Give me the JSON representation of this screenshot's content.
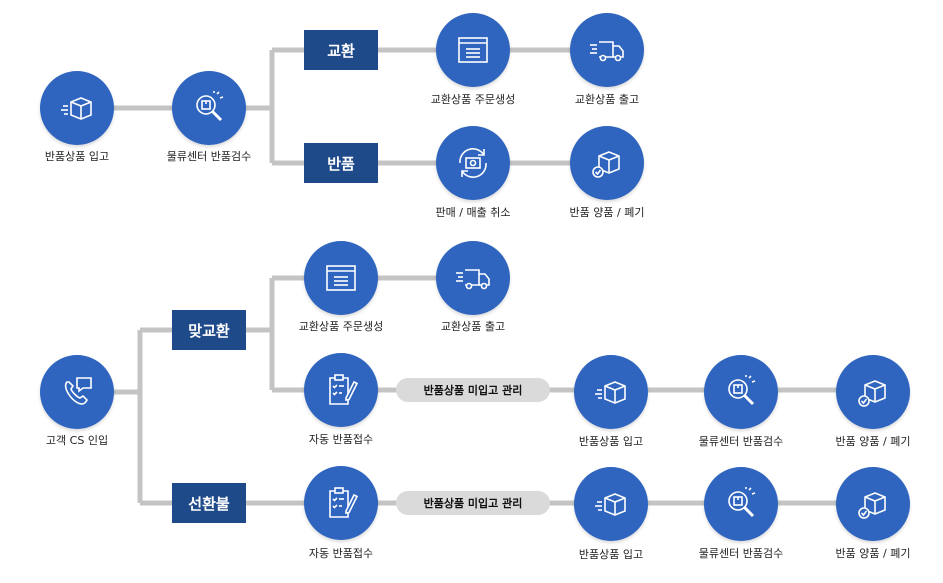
{
  "branch_boxes": {
    "exchange": "교환",
    "return": "반품",
    "cross_exchange": "맞교환",
    "pre_refund": "선환불"
  },
  "pills": {
    "pending_return_1": "반품상품 미입고 관리",
    "pending_return_2": "반품상품 미입고 관리"
  },
  "top_flow": {
    "return_receipt": "반품상품 입고",
    "center_inspection": "물류센터 반품검수",
    "exchange_order": "교환상품 주문생성",
    "exchange_ship": "교환상품 출고",
    "sales_cancel": "판매 / 매출 취소",
    "disposal": "반품 양품 / 폐기"
  },
  "bottom_flow": {
    "cs_inbound": "고객 CS 인입",
    "cross_order": "교환상품 주문생성",
    "cross_ship": "교환상품 출고",
    "auto_receipt_1": "자동 반품접수",
    "return_receipt_1": "반품상품 입고",
    "center_inspection_1": "물류센터 반품검수",
    "disposal_1": "반품 양품 / 폐기",
    "auto_receipt_2": "자동 반품접수",
    "return_receipt_2": "반품상품 입고",
    "center_inspection_2": "물류센터 반품검수",
    "disposal_2": "반품 양품 / 폐기"
  },
  "colors": {
    "node": "#2f65bf",
    "box": "#1f4a8a",
    "line": "#c4c4c4",
    "pill": "#dadada"
  }
}
